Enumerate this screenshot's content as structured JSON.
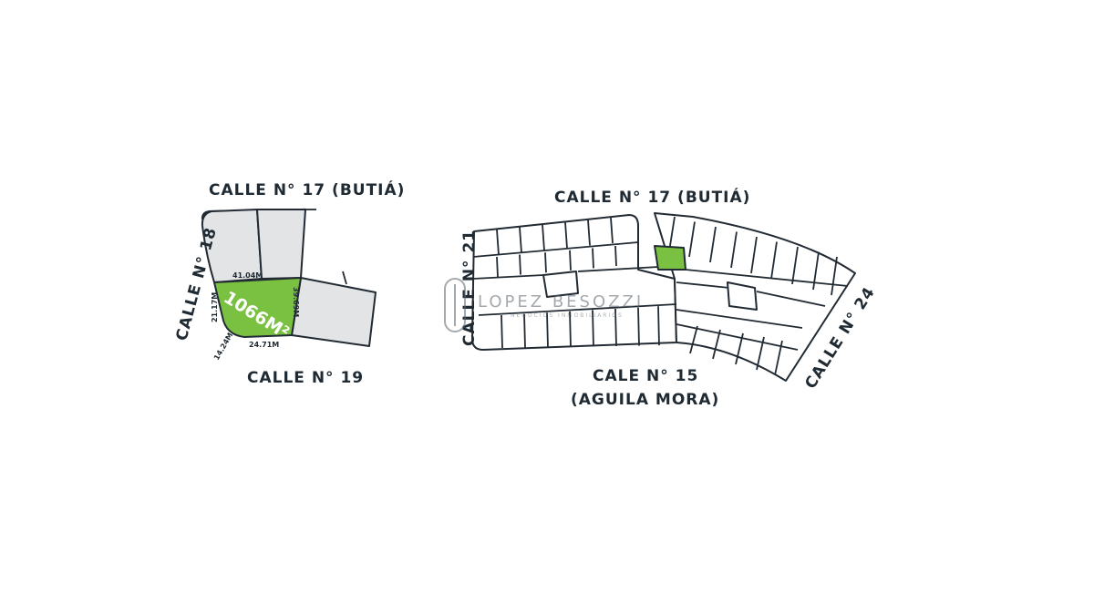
{
  "left_map": {
    "streets": {
      "top": "CALLE N° 17 (BUTIÁ)",
      "left": "CALLE N° 18",
      "bottom": "CALLE N° 19"
    },
    "highlight_area": "1066M²",
    "dimensions": {
      "top": "41.04M",
      "left": "21.17M",
      "right": "39.69M",
      "bottom": "24.71M",
      "corner": "14.24M"
    }
  },
  "right_map": {
    "streets": {
      "top": "CALLE N° 17 (BUTIÁ)",
      "left": "CALLE N° 21",
      "right": "CALLE N° 24",
      "bottom_line1": "CALE N° 15",
      "bottom_line2": "(AGUILA MORA)"
    }
  },
  "watermark": {
    "name": "LOPEZ BESOZZI",
    "tagline": "NEGOCIOS INMOBILIARIOS"
  },
  "colors": {
    "highlight": "#7ac142",
    "lot_fill": "#e3e4e6",
    "outline": "#222b33"
  }
}
